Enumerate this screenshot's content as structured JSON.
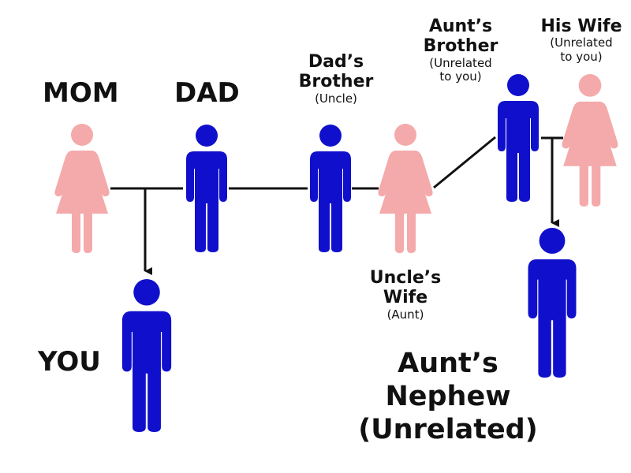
{
  "colors": {
    "male": "#1010cc",
    "female": "#f4aaaa",
    "line": "#111111"
  },
  "people": {
    "mom": {
      "icon": "woman-icon",
      "color": "female"
    },
    "dad": {
      "icon": "man-icon",
      "color": "male"
    },
    "uncle": {
      "icon": "man-icon",
      "color": "male"
    },
    "aunt": {
      "icon": "woman-icon",
      "color": "female"
    },
    "aunts_brother": {
      "icon": "man-icon",
      "color": "male"
    },
    "his_wife": {
      "icon": "woman-icon",
      "color": "female"
    },
    "you": {
      "icon": "man-icon",
      "color": "male"
    },
    "nephew": {
      "icon": "man-icon",
      "color": "male"
    }
  },
  "labels": {
    "mom": "MOM",
    "dad": "DAD",
    "you": "YOU",
    "dads_brother": {
      "line1": "Dad’s",
      "line2": "Brother",
      "sub": "(Uncle)"
    },
    "uncles_wife": {
      "line1": "Uncle’s",
      "line2": "Wife",
      "sub": "(Aunt)"
    },
    "aunts_brother": {
      "line1": "Aunt’s",
      "line2": "Brother",
      "sub1": "(Unrelated",
      "sub2": "to you)"
    },
    "his_wife": {
      "line1": "His Wife",
      "sub1": "(Unrelated",
      "sub2": "to you)"
    },
    "aunts_nephew": {
      "line1": "Aunt’s",
      "line2": "Nephew",
      "line3": "(Unrelated)"
    }
  }
}
